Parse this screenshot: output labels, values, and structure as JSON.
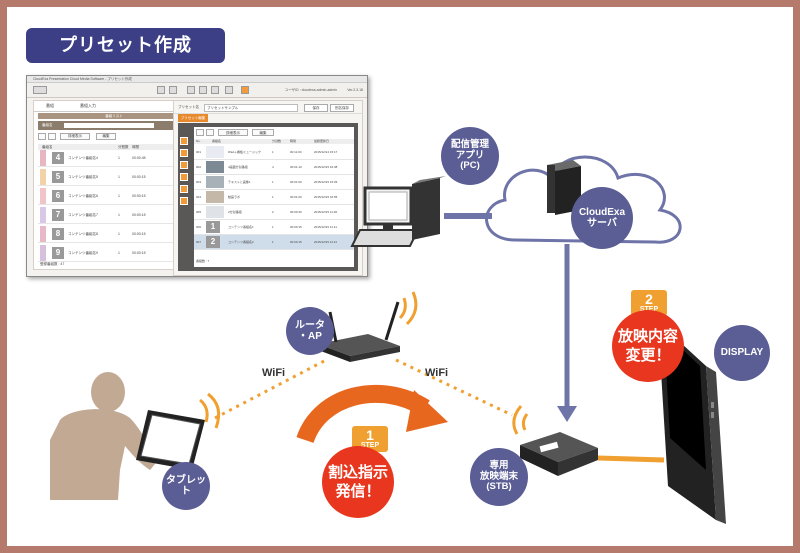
{
  "title": "プリセット作成",
  "app": {
    "window_title": "CloudExa Presentation Cloud Media Software - プリセット作成",
    "user": "ユーザID : cloudexa-admin-admin",
    "version": "Ver.2.3.18",
    "left_tab_1": "番組",
    "left_tab_2": "番組入力",
    "left_header": "番組リスト",
    "left_search_label": "番組名",
    "left_btn_1": "詳細表示",
    "left_btn_2": "編集",
    "left_cols": [
      "番組名",
      "分割数",
      "時間"
    ],
    "left_rows": [
      {
        "num": "4",
        "name": "コンテンツ番組名4",
        "c1": "1",
        "c2": "00:00:45"
      },
      {
        "num": "5",
        "name": "コンテンツ番組名5",
        "c1": "1",
        "c2": "00:00:15"
      },
      {
        "num": "6",
        "name": "コンテンツ番組名6",
        "c1": "1",
        "c2": "00:00:15"
      },
      {
        "num": "7",
        "name": "コンテンツ番組名7",
        "c1": "1",
        "c2": "00:00:15"
      },
      {
        "num": "8",
        "name": "コンテンツ番組名8",
        "c1": "1",
        "c2": "00:00:15"
      },
      {
        "num": "9",
        "name": "コンテンツ番組名9",
        "c1": "1",
        "c2": "00:00:15"
      }
    ],
    "left_footer": "登録番組数 : 47",
    "preset_label": "プリセット名",
    "preset_value": "プリセットサンプル",
    "save_label": "保存",
    "saveas_label": "別名保存",
    "right_tab": "プリセット編集",
    "right_btn_1": "詳細表示",
    "right_btn_2": "編集",
    "right_cols": [
      "No.",
      "番組名",
      "分割数",
      "時間",
      "最終更新日"
    ],
    "right_rows": [
      {
        "id": "001",
        "name": "iPad＋看板ミュージック",
        "n": "1",
        "t": "00:11:00",
        "d": "2015/12/14 15:17"
      },
      {
        "id": "002",
        "name": "4画面分割番組",
        "n": "4",
        "t": "00:01:10",
        "d": "2015/12/15 16:38"
      },
      {
        "id": "003",
        "name": "テキストと画像1",
        "n": "1",
        "t": "00:01:00",
        "d": "2015/12/15 15:26"
      },
      {
        "id": "004",
        "name": "動画ラボ",
        "n": "1",
        "t": "00:01:00",
        "d": "2015/12/15 16:55"
      },
      {
        "id": "005",
        "name": "2分割番組",
        "n": "2",
        "t": "00:00:30",
        "d": "2015/12/15 11:30"
      },
      {
        "id": "006",
        "name": "コンテンツ番組名1",
        "big": "1",
        "n": "1",
        "t": "00:00:15",
        "d": "2015/12/15 11:11"
      },
      {
        "id": "007",
        "name": "コンテンツ番組名2",
        "big": "2",
        "n": "1",
        "t": "00:00:15",
        "d": "2015/12/15 11:11"
      }
    ],
    "right_footer": "番組数 : 7"
  },
  "labels": {
    "pc": "配信管理\nアプリ\n(PC)",
    "server": "CloudExa\nサーバ",
    "router": "ルータ\n・AP",
    "wifi_left": "WiFi",
    "wifi_right": "WiFi",
    "tablet": "タブレット",
    "stb": "専用\n放映端末\n(STB)",
    "display": "DISPLAY"
  },
  "steps": [
    {
      "num": "1",
      "word": "STEP",
      "text": "割込指示\n発信！"
    },
    {
      "num": "2",
      "word": "STEP",
      "text": "放映内容\n変更！"
    }
  ],
  "colors": {
    "frame": "#b67a6c",
    "title_bg": "#3c3f86",
    "label_circle": "#5b5e95",
    "step_tab": "#f0a030",
    "step_circle": "#e8371e",
    "arrow_blue": "#6e73a8",
    "dotted_orange": "#f0a030",
    "big_arrow": "#e8671e"
  }
}
